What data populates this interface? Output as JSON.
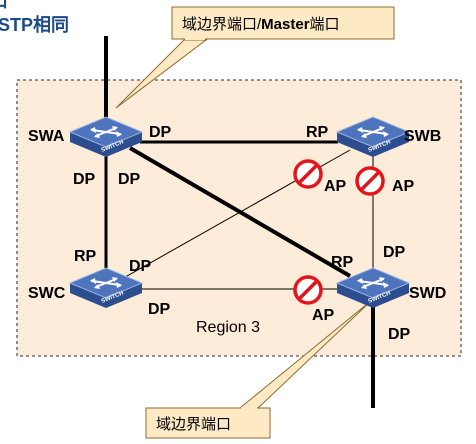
{
  "title": {
    "line1": "口",
    "line2": "STP相同"
  },
  "region": {
    "label": "Region 3"
  },
  "callouts": {
    "top": {
      "text1": "域边界端口/",
      "text2": "Master",
      "text3": "端口"
    },
    "bottom": {
      "text": "域边界端口"
    }
  },
  "switches": {
    "swa": {
      "name": "SWA",
      "badge": "SWITCH"
    },
    "swb": {
      "name": "SWB",
      "badge": "SWITCH"
    },
    "swc": {
      "name": "SWC",
      "badge": "SWITCH"
    },
    "swd": {
      "name": "SWD",
      "badge": "SWITCH"
    }
  },
  "port_labels": {
    "swa_right": "DP",
    "swa_bottom_left": "DP",
    "swa_bottom_right": "DP",
    "swb_left": "RP",
    "swb_ap_left": "AP",
    "swb_ap_right": "AP",
    "swc_top": "RP",
    "swc_upper_right": "DP",
    "swc_lower_right": "DP",
    "swd_top_left": "RP",
    "swd_top_right": "DP",
    "swd_ap": "AP",
    "swd_bottom": "DP"
  },
  "colors": {
    "region_fill": "#fdecd9",
    "region_border": "#555555",
    "callout_fill": "#fde9c4",
    "callout_border": "#8a6d2f",
    "switch_top": "#4a6fb5",
    "switch_side": "#2c4d8f",
    "block_symbol": "#e5141b",
    "title_color": "#1e4a8c"
  }
}
